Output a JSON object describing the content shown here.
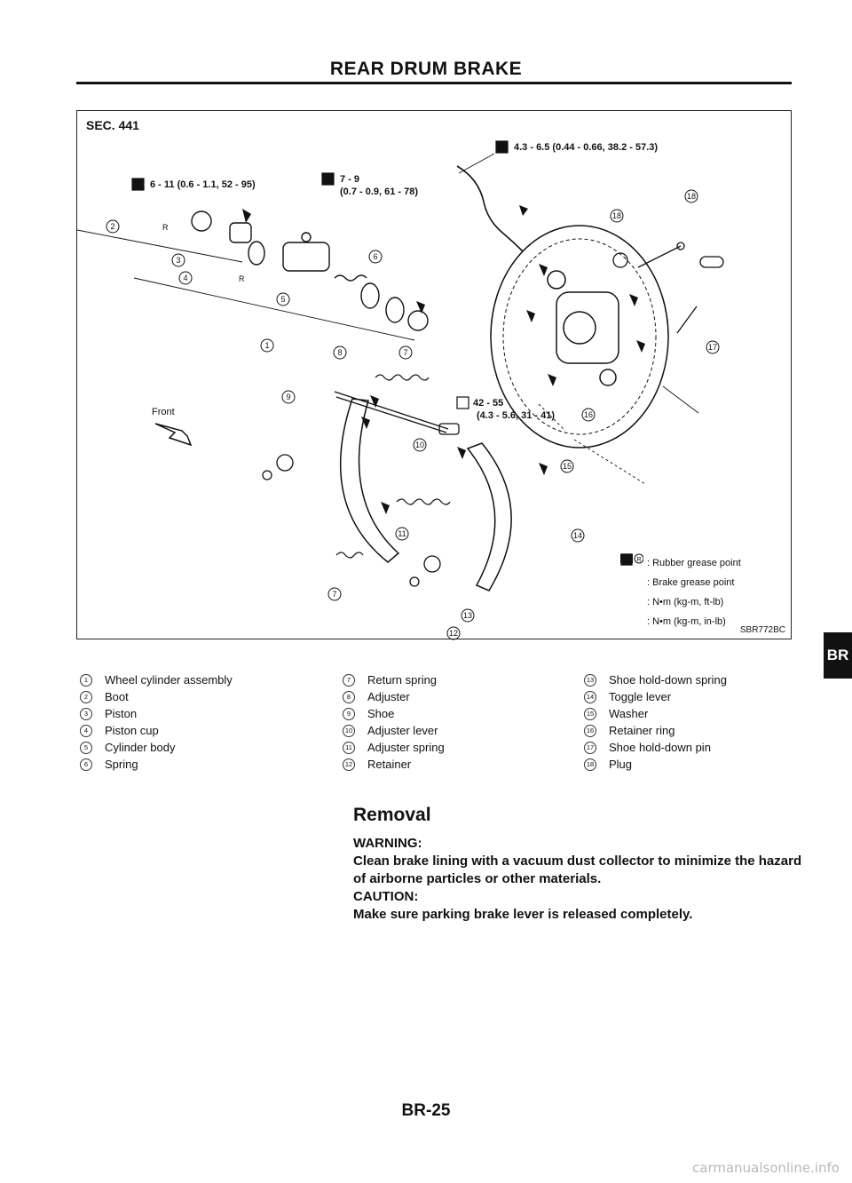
{
  "header": {
    "title": "REAR DRUM BRAKE"
  },
  "figure": {
    "section": "SEC. 441",
    "figure_id": "SBR772BC",
    "front_label": "Front",
    "torques": {
      "t1": "6 - 11 (0.6 - 1.1, 52 - 95)",
      "t2a": "7 - 9",
      "t2b": "(0.7 - 0.9, 61 - 78)",
      "t3": "4.3 - 6.5 (0.44 - 0.66, 38.2 - 57.3)",
      "t4a": "42 - 55",
      "t4b": "(4.3 - 5.6, 31 - 41)"
    },
    "callouts": [
      "1",
      "2",
      "3",
      "4",
      "5",
      "6",
      "7",
      "8",
      "9",
      "10",
      "11",
      "12",
      "13",
      "14",
      "15",
      "16",
      "17",
      "18"
    ],
    "grease_tag": "R",
    "legend": [
      {
        "icon": "rubber-grease-icon",
        "text": ": Rubber grease point"
      },
      {
        "icon": "brake-grease-icon",
        "text": ": Brake grease point"
      },
      {
        "icon": "torque-nm-ftlb-icon",
        "text": ": N•m (kg-m, ft-lb)"
      },
      {
        "icon": "torque-nm-inlb-icon",
        "text": ": N•m (kg-m, in-lb)"
      }
    ]
  },
  "parts": [
    {
      "num": "1",
      "name": "Wheel cylinder assembly"
    },
    {
      "num": "2",
      "name": "Boot"
    },
    {
      "num": "3",
      "name": "Piston"
    },
    {
      "num": "4",
      "name": "Piston cup"
    },
    {
      "num": "5",
      "name": "Cylinder body"
    },
    {
      "num": "6",
      "name": "Spring"
    },
    {
      "num": "7",
      "name": "Return spring"
    },
    {
      "num": "8",
      "name": "Adjuster"
    },
    {
      "num": "9",
      "name": "Shoe"
    },
    {
      "num": "10",
      "name": "Adjuster lever"
    },
    {
      "num": "11",
      "name": "Adjuster spring"
    },
    {
      "num": "12",
      "name": "Retainer"
    },
    {
      "num": "13",
      "name": "Shoe hold-down spring"
    },
    {
      "num": "14",
      "name": "Toggle lever"
    },
    {
      "num": "15",
      "name": "Washer"
    },
    {
      "num": "16",
      "name": "Retainer ring"
    },
    {
      "num": "17",
      "name": "Shoe hold-down pin"
    },
    {
      "num": "18",
      "name": "Plug"
    }
  ],
  "removal": {
    "heading": "Removal",
    "warning_label": "WARNING:",
    "warning_text": "Clean brake lining with a vacuum dust collector to minimize the hazard of airborne particles or other materials.",
    "caution_label": "CAUTION:",
    "caution_text": "Make sure parking brake lever is released completely."
  },
  "side_tab": "BR",
  "footer": {
    "page": "BR-25"
  },
  "watermark": "carmanualsonline.info"
}
